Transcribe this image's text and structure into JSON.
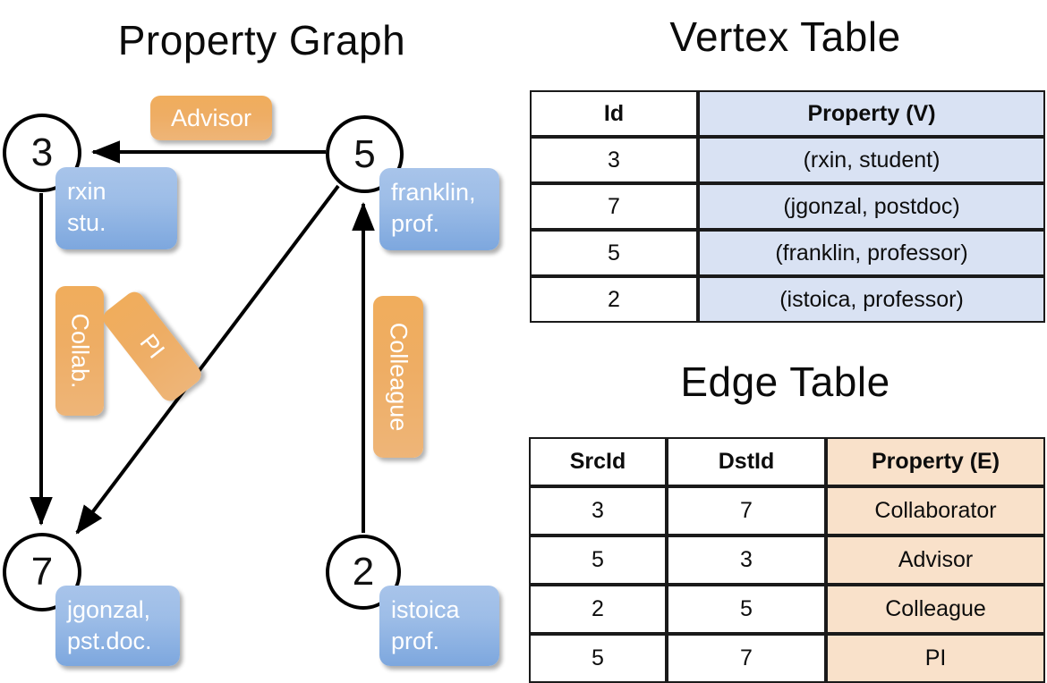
{
  "titles": {
    "property_graph": "Property Graph",
    "vertex_table": "Vertex Table",
    "edge_table": "Edge Table"
  },
  "colors": {
    "vertex_property_cell": "#d9e2f3",
    "edge_property_cell": "#f9e1ca",
    "node_box_blue": "#9dbde7",
    "edge_label_orange": "#eead64",
    "stroke": "#000000"
  },
  "graph": {
    "nodes": [
      {
        "id": "3",
        "property_line1": "rxin",
        "property_line2": "stu."
      },
      {
        "id": "5",
        "property_line1": "franklin,",
        "property_line2": "prof."
      },
      {
        "id": "7",
        "property_line1": "jgonzal,",
        "property_line2": "pst.doc."
      },
      {
        "id": "2",
        "property_line1": "istoica",
        "property_line2": "prof."
      }
    ],
    "edge_labels": [
      {
        "name": "advisor",
        "text": "Advisor",
        "orientation": "horizontal"
      },
      {
        "name": "collab",
        "text": "Collab.",
        "orientation": "vertical"
      },
      {
        "name": "pi",
        "text": "PI",
        "orientation": "rotated"
      },
      {
        "name": "colleague",
        "text": "Colleague",
        "orientation": "vertical"
      }
    ],
    "edges": [
      {
        "from": "5",
        "to": "3",
        "label": "Advisor"
      },
      {
        "from": "3",
        "to": "7",
        "label": "Collab."
      },
      {
        "from": "5",
        "to": "7",
        "label": "PI"
      },
      {
        "from": "2",
        "to": "5",
        "label": "Colleague"
      }
    ]
  },
  "vertex_table": {
    "headers": [
      "Id",
      "Property (V)"
    ],
    "rows": [
      {
        "id": "3",
        "property": "(rxin, student)"
      },
      {
        "id": "7",
        "property": "(jgonzal, postdoc)"
      },
      {
        "id": "5",
        "property": "(franklin, professor)"
      },
      {
        "id": "2",
        "property": "(istoica, professor)"
      }
    ]
  },
  "edge_table": {
    "headers": [
      "SrcId",
      "DstId",
      "Property (E)"
    ],
    "rows": [
      {
        "src": "3",
        "dst": "7",
        "property": "Collaborator"
      },
      {
        "src": "5",
        "dst": "3",
        "property": "Advisor"
      },
      {
        "src": "2",
        "dst": "5",
        "property": "Colleague"
      },
      {
        "src": "5",
        "dst": "7",
        "property": "PI"
      }
    ]
  }
}
